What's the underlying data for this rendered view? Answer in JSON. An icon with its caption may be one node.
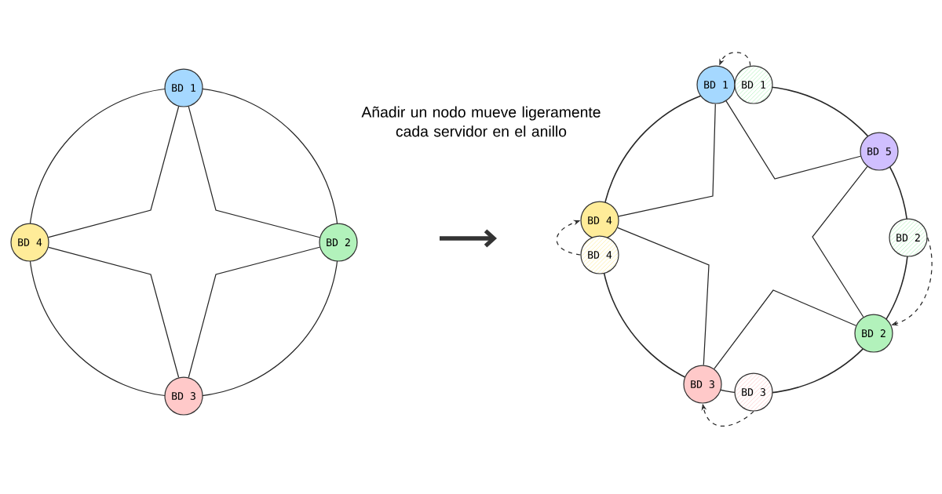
{
  "diagram": {
    "nodes": [
      {
        "text": [
          "BD 1"
        ]
      },
      {
        "text": [
          "BD 4"
        ]
      },
      {
        "text": [
          "BD 2"
        ]
      },
      {
        "text": [
          "BD 3"
        ]
      },
      {
        "text": [
          "BD 1"
        ]
      },
      {
        "text": [
          "BD 1"
        ]
      },
      {
        "text": [
          "BD 5"
        ]
      },
      {
        "text": [
          "BD 4"
        ]
      },
      {
        "text": [
          "BD 2"
        ]
      },
      {
        "text": [
          "BD 4"
        ]
      },
      {
        "text": [
          "BD 2"
        ]
      },
      {
        "text": [
          "BD 3"
        ]
      },
      {
        "text": [
          "BD 3"
        ]
      }
    ],
    "edges": [
      {
        "from": 0,
        "to": 2,
        "arrow": "none"
      },
      {
        "from": 2,
        "to": 3,
        "arrow": "none"
      },
      {
        "from": 3,
        "to": 1,
        "arrow": "none"
      },
      {
        "from": 1,
        "to": 0,
        "arrow": "none"
      },
      {
        "from": 4,
        "to": 7,
        "arrow": "none"
      },
      {
        "from": 4,
        "to": 6,
        "arrow": "none"
      },
      {
        "from": 6,
        "to": 10,
        "arrow": "none"
      },
      {
        "from": 10,
        "to": 11,
        "arrow": "none"
      },
      {
        "from": 11,
        "to": 7,
        "arrow": "none"
      },
      {
        "from": 5,
        "to": 4,
        "arrow": "to",
        "style": "dashed"
      },
      {
        "from": 8,
        "to": 10,
        "arrow": "to",
        "style": "dashed"
      },
      {
        "from": 12,
        "to": 11,
        "arrow": "to",
        "style": "dashed"
      },
      {
        "from": 9,
        "to": 7,
        "arrow": "to",
        "style": "dashed"
      }
    ],
    "labels": [
      "Añadir un nodo mueve ligeramente cada servidor en el anillo"
    ]
  }
}
